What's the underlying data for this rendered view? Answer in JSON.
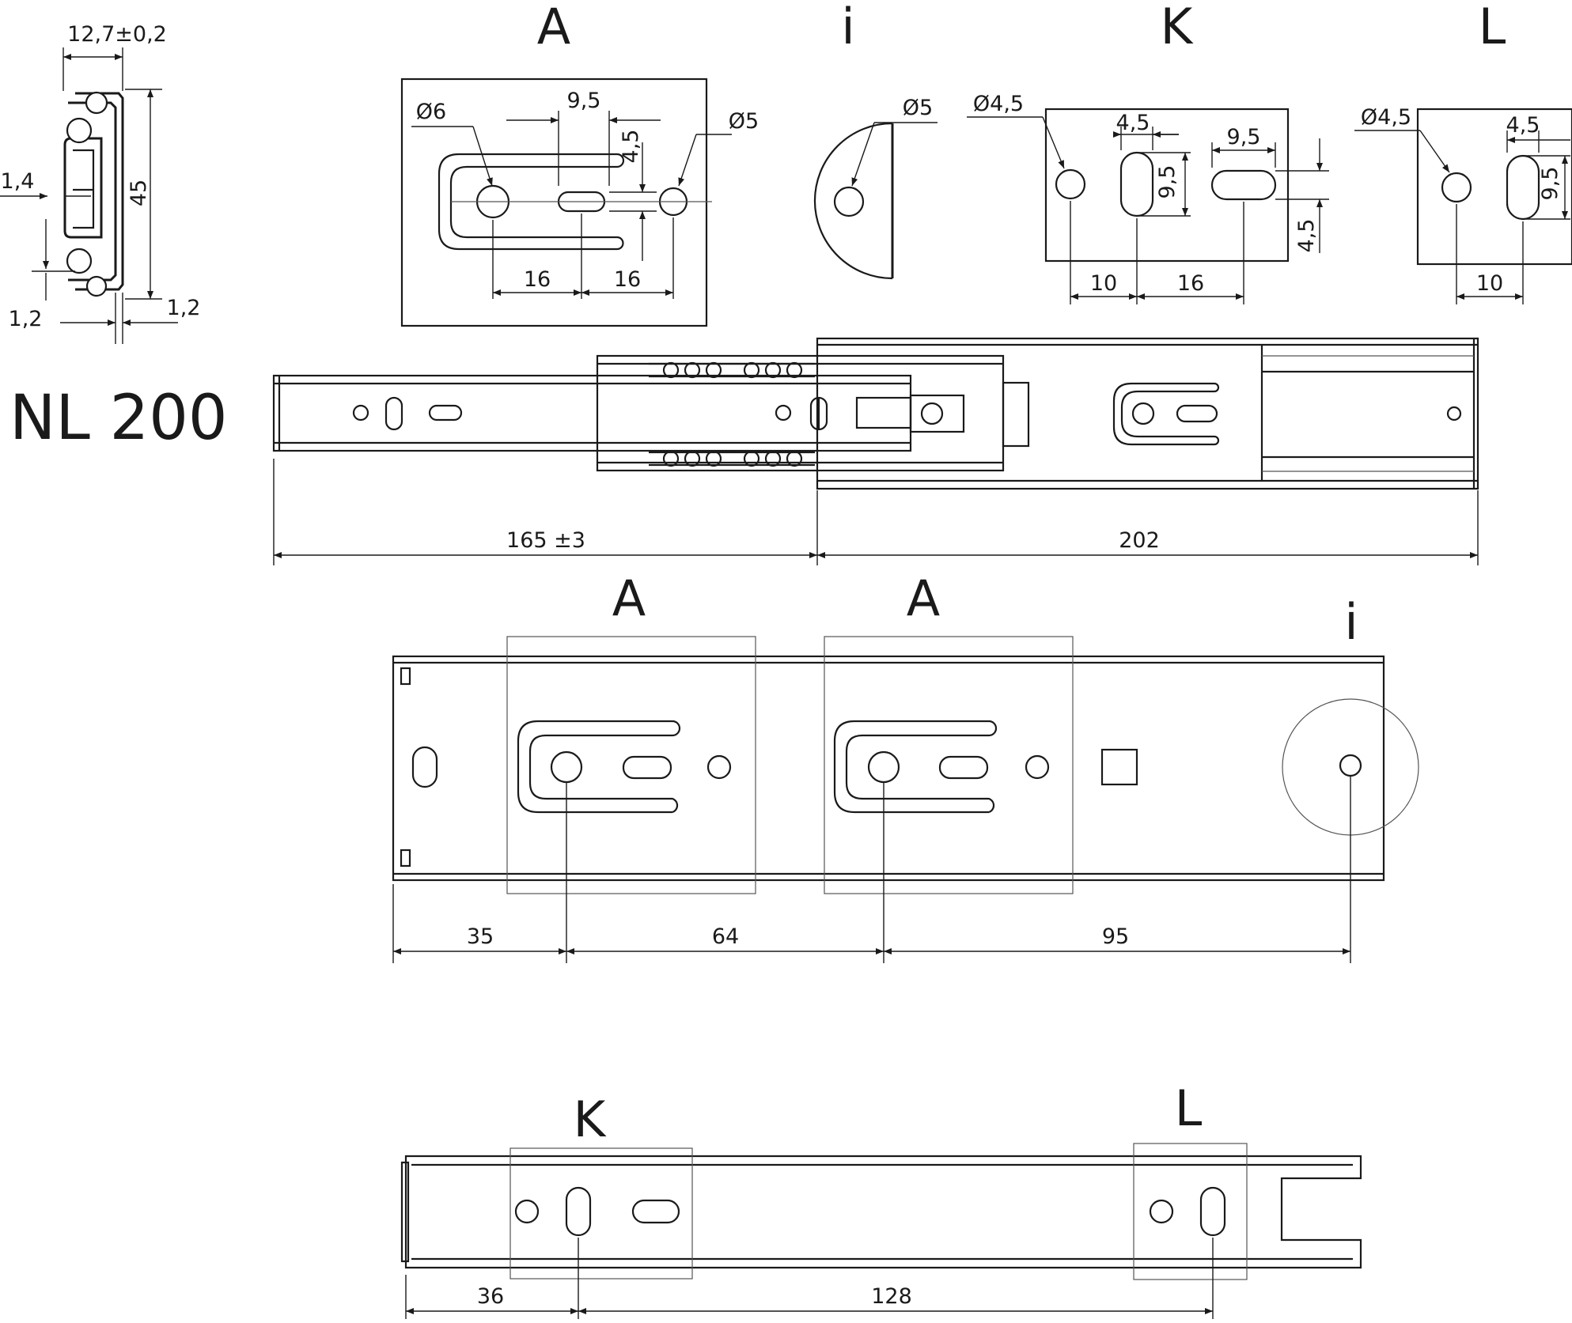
{
  "model": "NL 200",
  "profile": {
    "width_tol": "12,7±0,2",
    "height": "45",
    "d_1_4": "1,4",
    "d_1_2_left": "1,2",
    "d_1_2_right": "1,2"
  },
  "details": {
    "A": {
      "letter": "A",
      "dia_slot": "Ø6",
      "dia_hole": "Ø5",
      "w_9_5": "9,5",
      "h_4_5": "4,5",
      "x16a": "16",
      "x16b": "16"
    },
    "i": {
      "letter": "i",
      "dia": "Ø5"
    },
    "K": {
      "letter": "K",
      "dia": "Ø4,5",
      "w_4_5": "4,5",
      "w_9_5": "9,5",
      "h_9_5": "9,5",
      "h_4_5": "4,5",
      "x10": "10",
      "x16": "16"
    },
    "L": {
      "letter": "L",
      "dia": "Ø4,5",
      "w_4_5": "4,5",
      "h_9_5": "9,5",
      "x10": "10"
    }
  },
  "main_view": {
    "ext_len": "165 ±3",
    "body_len": "202"
  },
  "cabinet_rail": {
    "letter_a1": "A",
    "letter_a2": "A",
    "letter_i": "i",
    "d35": "35",
    "d64": "64",
    "d95": "95"
  },
  "drawer_rail": {
    "letter_k": "K",
    "letter_l": "L",
    "d36": "36",
    "d128": "128"
  }
}
